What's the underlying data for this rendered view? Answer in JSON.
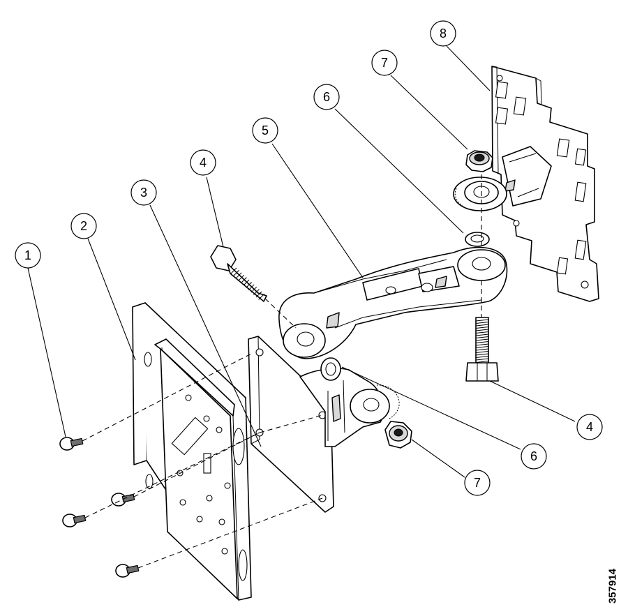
{
  "callouts": [
    {
      "id": "c1",
      "label": "1"
    },
    {
      "id": "c2",
      "label": "2"
    },
    {
      "id": "c3",
      "label": "3"
    },
    {
      "id": "c4a",
      "label": "4"
    },
    {
      "id": "c5",
      "label": "5"
    },
    {
      "id": "c6a",
      "label": "6"
    },
    {
      "id": "c7a",
      "label": "7"
    },
    {
      "id": "c8",
      "label": "8"
    },
    {
      "id": "c4b",
      "label": "4"
    },
    {
      "id": "c6b",
      "label": "6"
    },
    {
      "id": "c7b",
      "label": "7"
    }
  ],
  "drawing_number": "357914",
  "colors": {
    "line": "#000000",
    "background": "#ffffff",
    "shade": "#d9d9d9"
  }
}
